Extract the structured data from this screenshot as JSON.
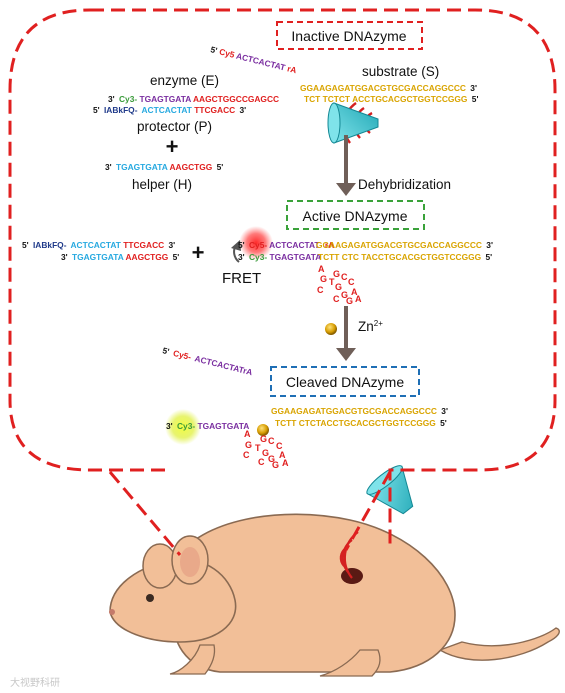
{
  "colors": {
    "dash_red": "#e02020",
    "green_box": "#3aa23a",
    "blue_box": "#1f6fb5",
    "substrate_gold": "#d9a400",
    "enzyme_purple": "#7a2ea0",
    "enzyme_red": "#e02020",
    "cy3_green": "#3a9a3a",
    "protector_navy": "#1f3a8a",
    "protector_cyan": "#26a9e0",
    "arrow_brown": "#6f5f58",
    "mouse_skin": "#f2bf98",
    "mouse_outline": "#8a6a52",
    "cone_teal": "#35c3d0"
  },
  "icons": [
    "ultrasound-probe-icon",
    "fret-quench-glow",
    "cy3-glow",
    "zinc-ion-dot",
    "tumor-spot"
  ],
  "titles": {
    "inactive": "Inactive DNAzyme",
    "active": "Active DNAzyme",
    "cleaved": "Cleaved DNAzyme"
  },
  "labels": {
    "enzyme": "enzyme (E)",
    "substrate": "substrate (S)",
    "protector": "protector (P)",
    "helper": "helper (H)",
    "dehybridization": "Dehybridization",
    "fret": "FRET",
    "zn": "Zn",
    "zn_sup": "2+",
    "plus": "+"
  },
  "inactive": {
    "cy5_prime": "5'",
    "cy5_label": "Cy5",
    "cy5_seq": "ACTCACTAT",
    "cy5_ra": "rA",
    "sub_top": "GGAAGAGATGGACGTGCGACCAGGCCC",
    "sub_top_end": "3'",
    "enz_prime": "3'",
    "enz_cy3": "Cy3-",
    "enz_purple": "TGAGTGATA",
    "enz_red": "AAGCTGGCCGAGCC",
    "sub_bottom": "TCT TCTCT ACCTGCACGCTGGTCCGGG",
    "sub_bottom_end": "5'",
    "prot_prime": "5'",
    "prot_iab": "IABkFQ-",
    "prot_cyan": "ACTCACTAT",
    "prot_red": "TTCGACC",
    "prot_end": "3'",
    "help_prime": "3'",
    "help_cyan": "TGAGTGATA",
    "help_red": "AAGCTGG",
    "help_end": "5'"
  },
  "active": {
    "prot_prime": "5'",
    "prot_iab": "IABkFQ-",
    "prot_cyan": "ACTCACTAT",
    "prot_red": "TTCGACC",
    "prot_end": "3'",
    "help_prime": "3'",
    "help_cyan": "TGAGTGATA",
    "help_red": "AAGCTGG",
    "help_end": "5'",
    "s_prime": "5'",
    "s_cy5": "Cy5-",
    "s_seq": "ACTCACTAT",
    "s_ra": "rA",
    "s_top": "GGAAGAGATGGACGTGCGACCAGGCCC",
    "s_top_end": "3'",
    "e_prime": "3'",
    "e_cy3": "Cy3-",
    "e_seq": "TGAGTGATA",
    "e_bottom": "TCTT CTC TACCTGCACGCTGGTCCGGG",
    "e_bottom_end": "5'",
    "loop_letters": [
      "A",
      "G",
      "C",
      "T",
      "G",
      "C",
      "C",
      "G",
      "A",
      "G",
      "C",
      "G",
      "A"
    ]
  },
  "cleaved": {
    "frag_prime": "5'",
    "frag_cy5": "Cy5-",
    "frag_seq": "ACTCACTATrA",
    "e_prime": "3'",
    "e_cy3": "Cy3-",
    "e_seq": "TGAGTGATA",
    "top": "GGAAGAGATGGACGTGCGACCAGGCCC",
    "top_end": "3'",
    "bottom": "TCTT CTCTACCTGCACGCTGGTCCGGG",
    "bottom_end": "5'",
    "loop_letters": [
      "A",
      "G",
      "C",
      "T",
      "G",
      "C",
      "C",
      "G",
      "A",
      "G",
      "C",
      "G",
      "A"
    ]
  },
  "watermark": "大视野科研"
}
